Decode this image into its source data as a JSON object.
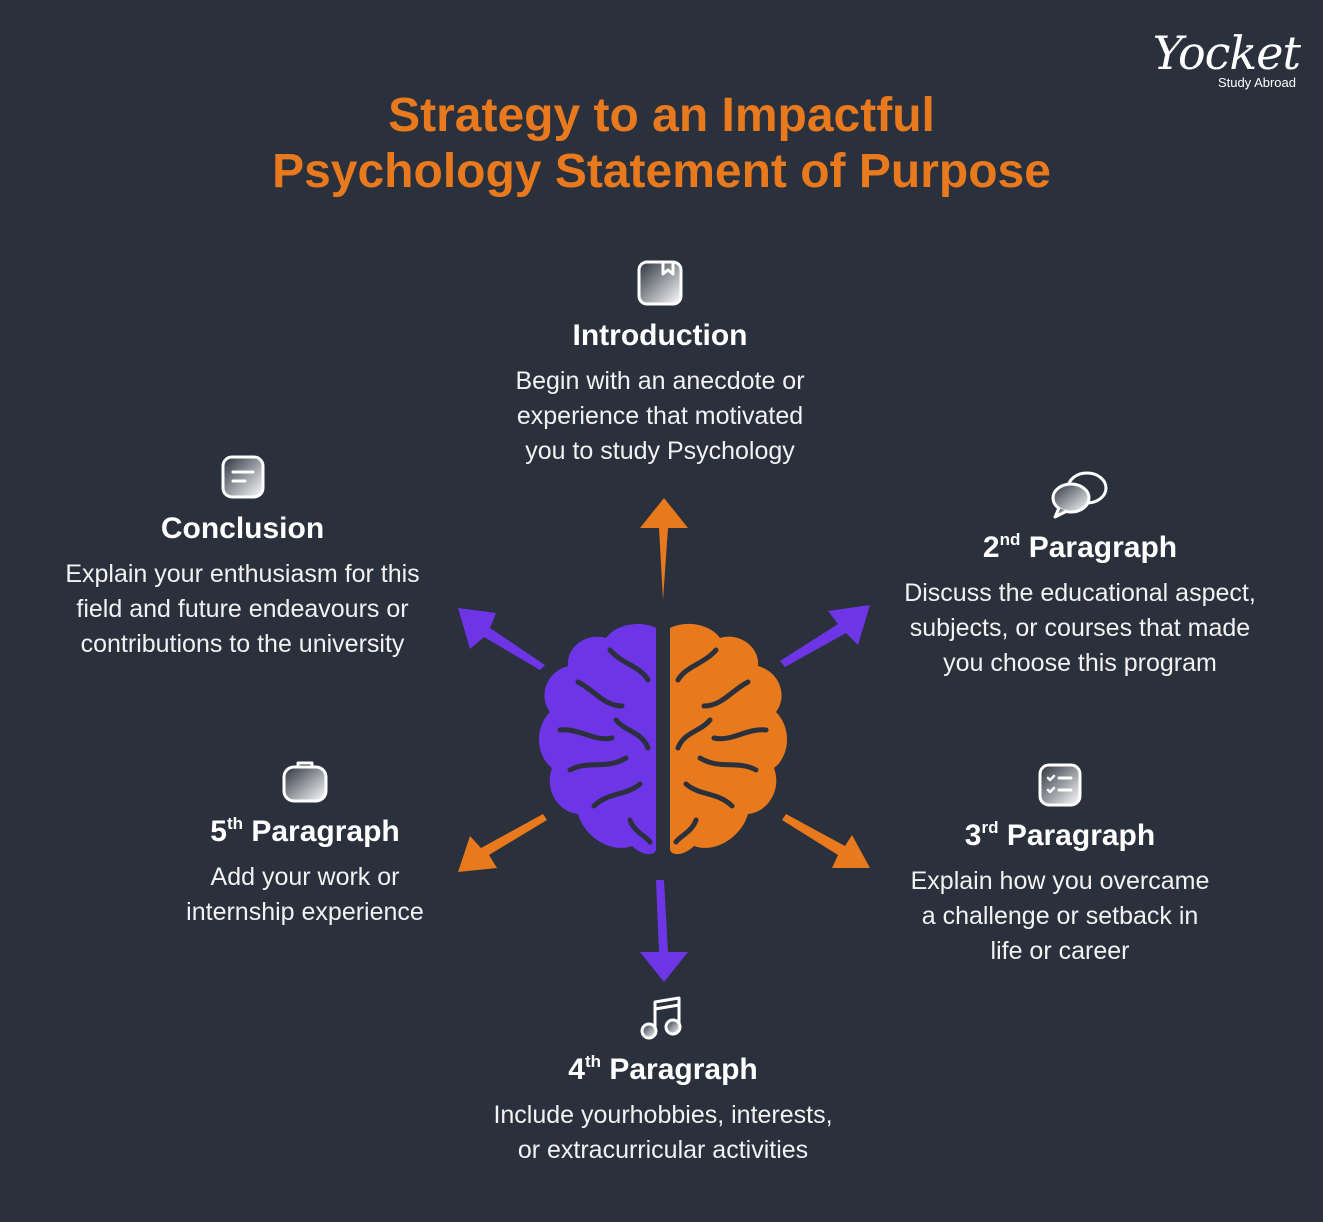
{
  "logo": {
    "wordmark": "Yocket",
    "tagline": "Study Abroad"
  },
  "title": {
    "line1": "Strategy to an Impactful",
    "line2": "Psychology Statement of Purpose"
  },
  "colors": {
    "background": "#2a303c",
    "orange": "#e8791c",
    "purple": "#6e35e6",
    "white": "#ffffff"
  },
  "sections": {
    "introduction": {
      "icon": "notebook-icon",
      "heading": "Introduction",
      "lines": [
        "Begin with an anecdote or",
        "experience that motivated",
        "you to study Psychology"
      ]
    },
    "paragraph2": {
      "icon": "chat-bubbles-icon",
      "num": "2",
      "suffix": "nd",
      "word": "Paragraph",
      "lines": [
        "Discuss the educational aspect,",
        "subjects, or courses that made",
        "you choose this program"
      ]
    },
    "paragraph3": {
      "icon": "checklist-icon",
      "num": "3",
      "suffix": "rd",
      "word": "Paragraph",
      "lines": [
        "Explain how you overcame",
        "a challenge or setback in",
        "life or career"
      ]
    },
    "paragraph4": {
      "icon": "music-note-icon",
      "num": "4",
      "suffix": "th",
      "word": "Paragraph",
      "lines": [
        "Include yourhobbies, interests,",
        "or extracurricular activities"
      ]
    },
    "paragraph5": {
      "icon": "briefcase-icon",
      "num": "5",
      "suffix": "th",
      "word": "Paragraph",
      "lines": [
        "Add your work or",
        "internship experience"
      ]
    },
    "conclusion": {
      "icon": "note-icon",
      "heading": "Conclusion",
      "lines": [
        "Explain your enthusiasm for this",
        "field and future endeavours or",
        "contributions to the university"
      ]
    }
  }
}
